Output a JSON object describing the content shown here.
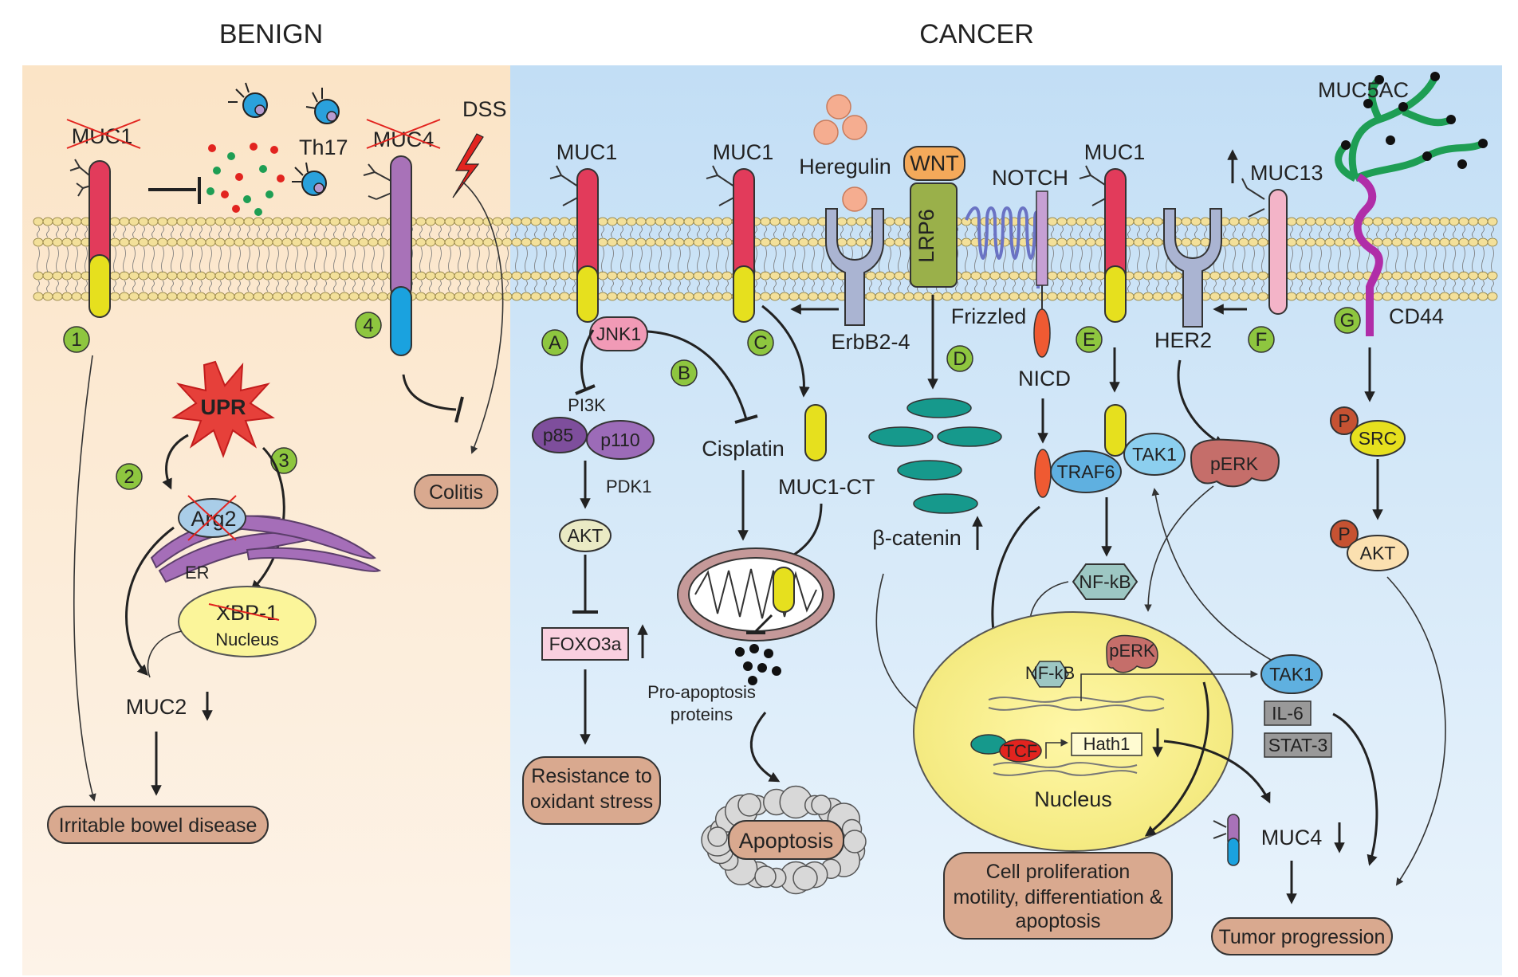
{
  "headers": {
    "benign": "BENIGN",
    "cancer": "CANCER"
  },
  "colors": {
    "benign_bg": "#fbe6cc",
    "cancer_bg": "#c6e0f5",
    "muc1": "#e23b5b",
    "muc_ct": "#e6e01e",
    "muc4": "#a872b8",
    "muc4_ct": "#1aa2df",
    "outcome_box": "#d9a98f",
    "step_badge": "#8ec63f",
    "membrane": "#f3e09a"
  },
  "benign": {
    "muc1": "MUC1",
    "th17": "Th17",
    "muc4": "MUC4",
    "dss": "DSS",
    "upr": "UPR",
    "arg2": "Arg2",
    "er": "ER",
    "xbp1": "XBP-1",
    "nucleus": "Nucleus",
    "muc2": "MUC2",
    "colitis": "Colitis",
    "ibd": "Irritable bowel disease",
    "steps": [
      "1",
      "2",
      "3",
      "4"
    ]
  },
  "cancer": {
    "muc1_a": "MUC1",
    "muc1_c": "MUC1",
    "muc1_e": "MUC1",
    "heregulin": "Heregulin",
    "wnt": "WNT",
    "lrp6": "LRP6",
    "notch": "NOTCH",
    "muc13": "MUC13",
    "muc5ac": "MUC5AC",
    "erbb": "ErbB2-4",
    "frizzled": "Frizzled",
    "her2": "HER2",
    "cd44": "CD44",
    "jnk1": "JNK1",
    "pi3k": "PI3K",
    "p85": "p85",
    "p110": "p110",
    "pdk1": "PDK1",
    "akt": "AKT",
    "foxo3a": "FOXO3a",
    "resistance": [
      "Resistance to",
      "oxidant stress"
    ],
    "cisplatin": "Cisplatin",
    "muc1ct": "MUC1-CT",
    "pro_apoptosis": [
      "Pro-apoptosis",
      "proteins"
    ],
    "apoptosis": "Apoptosis",
    "nicd": "NICD",
    "beta_catenin": "β-catenin",
    "traf6": "TRAF6",
    "tak1": "TAK1",
    "perk": "pERK",
    "nfkb": "NF-kB",
    "nfkb_small": "NF-kB",
    "perk_small": "pERK",
    "tcf": "TCF",
    "hath1": "Hath1",
    "nucleus": "Nucleus",
    "tak1_b": "TAK1",
    "il6": "IL-6",
    "stat3": "STAT-3",
    "muc4": "MUC4",
    "cell_prolif": [
      "Cell proliferation",
      "motility, differentiation &",
      "apoptosis"
    ],
    "tumor": "Tumor progression",
    "src": "SRC",
    "akt_g": "AKT",
    "p1": "P",
    "p2": "P",
    "steps": [
      "A",
      "B",
      "C",
      "D",
      "E",
      "F",
      "G"
    ]
  }
}
